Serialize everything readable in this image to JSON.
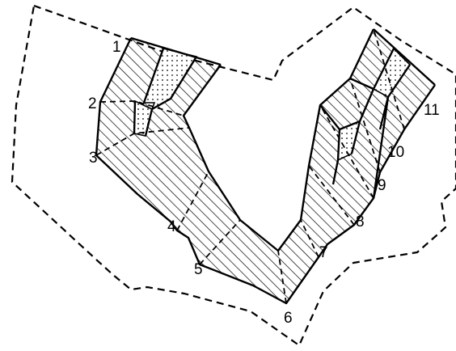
{
  "diagram": {
    "labels": [
      "1",
      "2",
      "3",
      "4",
      "5",
      "6",
      "7",
      "8",
      "9",
      "10",
      "11"
    ],
    "colors": {
      "stroke": "#000000",
      "background": "#ffffff"
    },
    "fills": [
      "diagonal-hatching",
      "dot-stipple"
    ]
  }
}
